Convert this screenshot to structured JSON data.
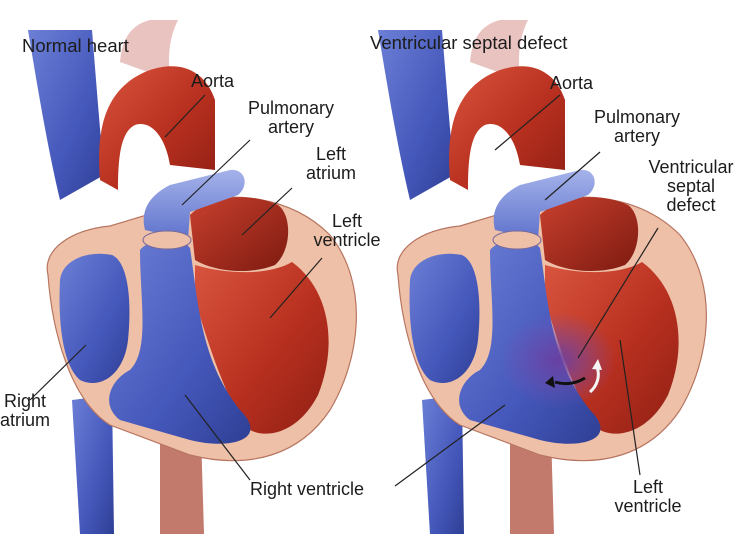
{
  "panels": {
    "normal": {
      "title": "Normal heart",
      "aorta": "Aorta",
      "pulmonary_artery": [
        "Pulmonary",
        "artery"
      ],
      "left_atrium": [
        "Left",
        "atrium"
      ],
      "left_ventricle": [
        "Left",
        "ventricle"
      ],
      "right_atrium": [
        "Right",
        "atrium"
      ]
    },
    "vsd": {
      "title": "Ventricular septal defect",
      "aorta": "Aorta",
      "pulmonary_artery": [
        "Pulmonary",
        "artery"
      ],
      "defect": [
        "Ventricular",
        "septal",
        "defect"
      ],
      "left_ventricle": [
        "Left",
        "ventricle"
      ]
    },
    "shared": {
      "right_ventricle": "Right ventricle"
    }
  },
  "colors": {
    "oxygenated": "#c23a2a",
    "deoxygenated": "#4a5fbf",
    "tissue": "#eec0a8",
    "label_line": "#222222"
  }
}
